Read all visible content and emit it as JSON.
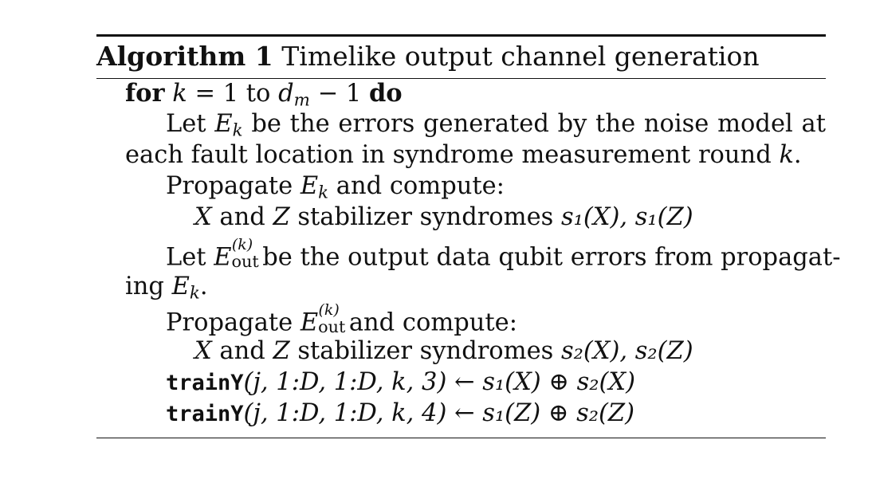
{
  "algorithm": {
    "label": "Algorithm 1",
    "title": "Timelike output channel generation",
    "for_kw": "for",
    "for_var": "k",
    "for_range": "= 1 to",
    "for_dm": "d",
    "for_dm_sub": "m",
    "for_minus": "− 1",
    "do_kw": "do",
    "line1a": "Let",
    "E": "E",
    "k": "k",
    "line1b": "be the errors generated by the noise model at",
    "line2": "each fault location in syndrome measurement round",
    "line2_end": ".",
    "line3a": "Propagate",
    "line3b": "and compute:",
    "line4a": "X",
    "line4b": "and",
    "line4c": "Z",
    "line4d": "stabilizer syndromes",
    "s1X": "s₁(X), s₁(Z)",
    "line5a": "Let",
    "out_sup": "(k)",
    "out_sub": "out",
    "line5b": "be the output data qubit errors from propagat-",
    "line6a": "ing",
    "line6_end": ".",
    "line7a": "Propagate",
    "line7b": "and compute:",
    "s2X": "s₂(X), s₂(Z)",
    "train_fn": "trainY",
    "train1_args": "(j, 1:D, 1:D, k, 3) ← s₁(X) ⊕ s₂(X)",
    "train2_args": "(j, 1:D, 1:D, k, 4) ← s₁(Z) ⊕ s₂(Z)"
  }
}
